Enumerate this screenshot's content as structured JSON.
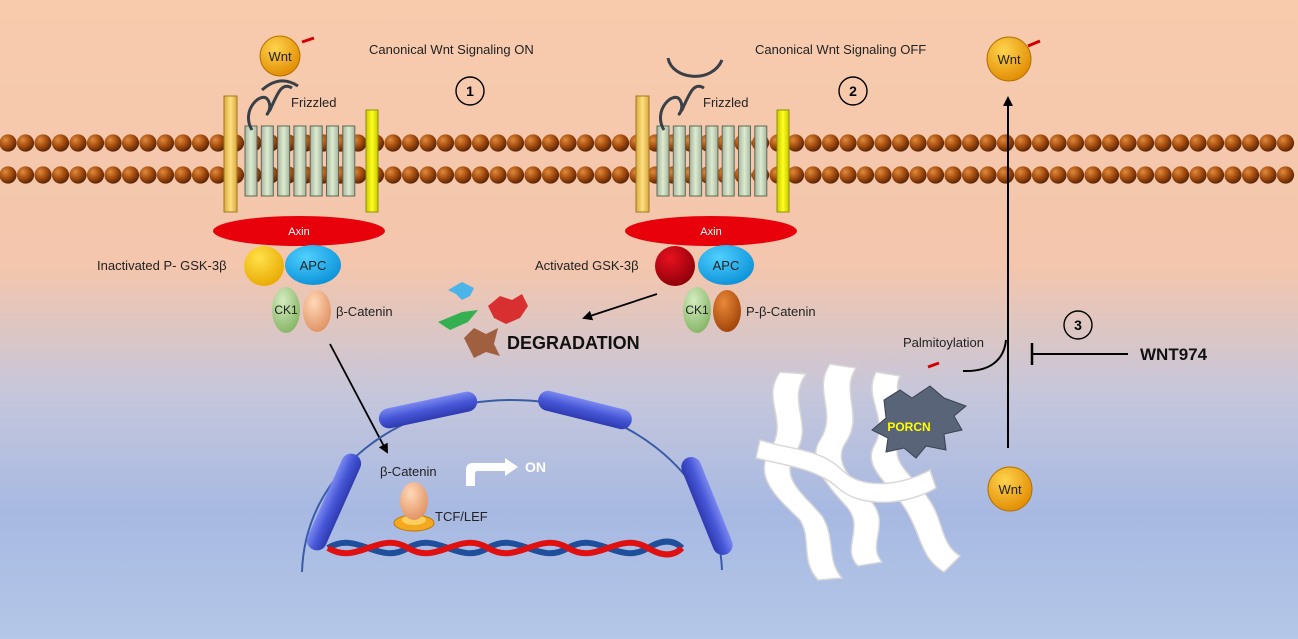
{
  "diagram": {
    "panel1": {
      "title": "Canonical Wnt Signaling ON",
      "step": "1",
      "wnt": "Wnt",
      "receptor": "Frizzled",
      "axin": "Axin",
      "gsk": "Inactivated P- GSK-3β",
      "apc": "APC",
      "ck1": "CK1",
      "catenin": "β-Catenin"
    },
    "panel2": {
      "title": "Canonical Wnt Signaling OFF",
      "step": "2",
      "receptor": "Frizzled",
      "axin": "Axin",
      "gsk": "Activated GSK-3β",
      "apc": "APC",
      "ck1": "CK1",
      "catenin": "P-β-Catenin",
      "degradation": "DEGRADATION"
    },
    "nucleus": {
      "catenin": "β-Catenin",
      "tcf": "TCF/LEF",
      "on": "ON"
    },
    "panel3": {
      "step": "3",
      "wnt_top": "Wnt",
      "wnt_bottom": "Wnt",
      "palmitoylation": "Palmitoylation",
      "porcn": "PORCN",
      "inhibitor": "WNT974"
    },
    "colors": {
      "wnt": "#f0a000",
      "axin": "#e8000a",
      "apc": "#1ab0ec",
      "gsk_inactive": "#f5c400",
      "gsk_active": "#c00010",
      "ck1": "#a8d08d",
      "catenin": "#f4b183",
      "p_catenin": "#c55a11",
      "porcn_text": "#ffff00",
      "nucleus": "#4a5ad8"
    }
  }
}
